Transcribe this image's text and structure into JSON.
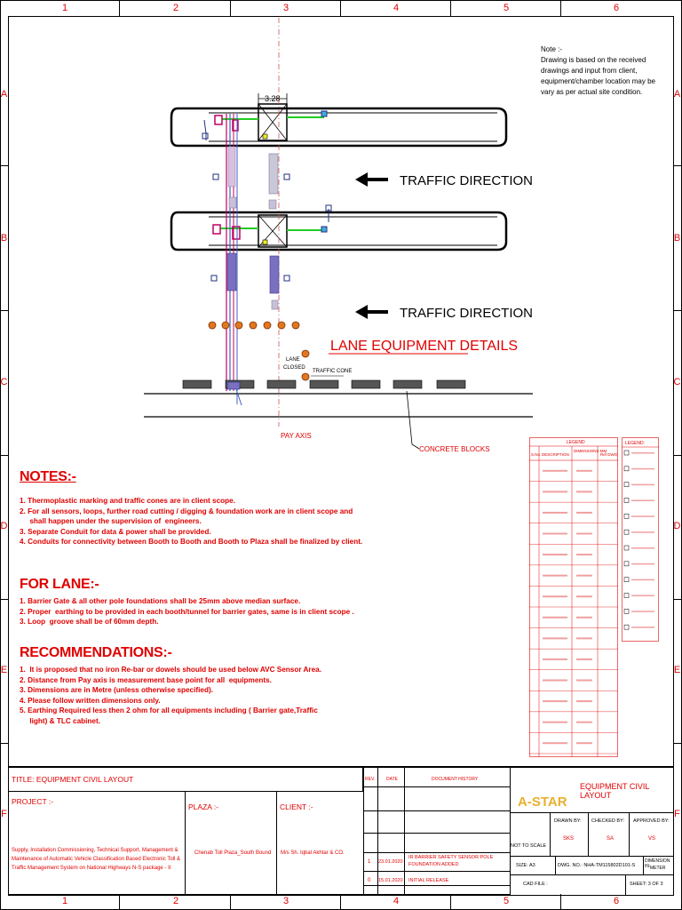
{
  "grid": {
    "columns": [
      "1",
      "2",
      "3",
      "4",
      "5",
      "6"
    ],
    "rows": [
      "A",
      "B",
      "C",
      "D",
      "E",
      "F"
    ]
  },
  "drawing": {
    "dimension_label": "3.28",
    "traffic_direction_1": "TRAFFIC DIRECTION",
    "traffic_direction_2": "TRAFFIC DIRECTION",
    "lane_equipment_title": "LANE EQUIPMENT DETAILS",
    "lane_closed": "LANE\nCLOSED",
    "lane_closed_l1": "LANE",
    "lane_closed_l2": "CLOSED",
    "traffic_cone": "TRAFFIC CONE",
    "pay_axis": "PAY AXIS",
    "concrete_blocks": "CONCRETE BLOCKS"
  },
  "note": {
    "heading": "Note :-",
    "body": "Drawing is based on the received drawings and input from client, equipment/chamber location may be vary as per actual site condition."
  },
  "notes": {
    "title": "NOTES:-",
    "items": [
      "1. Thermoplastic marking and traffic cones are in client scope.",
      "2. For all sensors, loops, further road cutting / digging & foundation work are in client scope and",
      "     shall happen under the supervision of  engineers.",
      "3. Separate Conduit for data & power shall be provided.",
      "4. Conduits for connectivity between Booth to Booth and Booth to Plaza shall be finalized by client."
    ]
  },
  "for_lane": {
    "title": "FOR  LANE:-",
    "items": [
      "1. Barrier Gate & all other pole foundations shall be 25mm above median surface.",
      "2. Proper  earthing to be provided in each booth/tunnel for barrier gates, same is in client scope .",
      "3. Loop  groove shall be of 60mm depth."
    ]
  },
  "recommendations": {
    "title": "RECOMMENDATIONS:-",
    "items": [
      "1.  It is proposed that no iron Re-bar or dowels should be used below AVC Sensor Area.",
      "2. Distance from Pay axis is measurement base point for all  equipments.",
      "3. Dimensions are in Metre (unless otherwise specified).",
      "4. Please follow written dimensions only.",
      "5. Earthing Required less then 2 ohm for all equipments including ( Barrier gate,Traffic",
      "     light) & TLC cabinet."
    ]
  },
  "legend_table": {
    "title": "LEGEND",
    "headers": [
      "S.No",
      "DESCRIPTION",
      "DIMENSIONS MM",
      "Ref DWG"
    ],
    "row_count": 14
  },
  "legend_symbols": {
    "title": "LEGEND:",
    "count": 12
  },
  "title_block": {
    "title": "TITLE:  EQUIPMENT CIVIL LAYOUT",
    "project_label": "PROJECT :-",
    "project_text_1": "Supply, Installation Commissioning, Technical Support, Management &",
    "project_text_2": "Maintenance of Automatic Vehicle Classification Based Electronic Toll &",
    "project_text_3": "Traffic Management System on National Highways N-S package - II",
    "plaza_label": "PLAZA :-",
    "plaza_value": "Chenab Toll Plaza_South Bound",
    "client_label": "CLIENT :-",
    "client_value": "M/s Sh. Iqbal Akhtar & CO.",
    "rev_header": "REV.",
    "date_header": "DATE",
    "history_header": "DOCUMENT HISTORY",
    "rev1": "1",
    "date1": "23.01.2020",
    "desc1_l1": "IR BARRIER SAFETY SENSOR POLE",
    "desc1_l2": "FOUNDATION ADDED",
    "rev0": "0",
    "date0": "15.01.2020",
    "desc0": "INITIAL RELEASE",
    "company": "A-STAR",
    "drawing_title": "EQUIPMENT CIVIL LAYOUT",
    "drawn_by_label": "DRAWN BY:",
    "checked_by_label": "CHECKED BY:",
    "approved_by_label": "APPROVED BY:",
    "drawn_by": "SKS",
    "checked_by": "SA",
    "approved_by": "VS",
    "not_to_scale": "NOT TO SCALE",
    "size": "SIZE: A3",
    "dwg_no": "DWG. NO.: NHA-TM115802D101-S",
    "dimension": "DIMENSION IN:",
    "dimension_value": "METER",
    "cad_file": "CAD FILE :",
    "sheet": "SHEET: 3 OF 3"
  }
}
